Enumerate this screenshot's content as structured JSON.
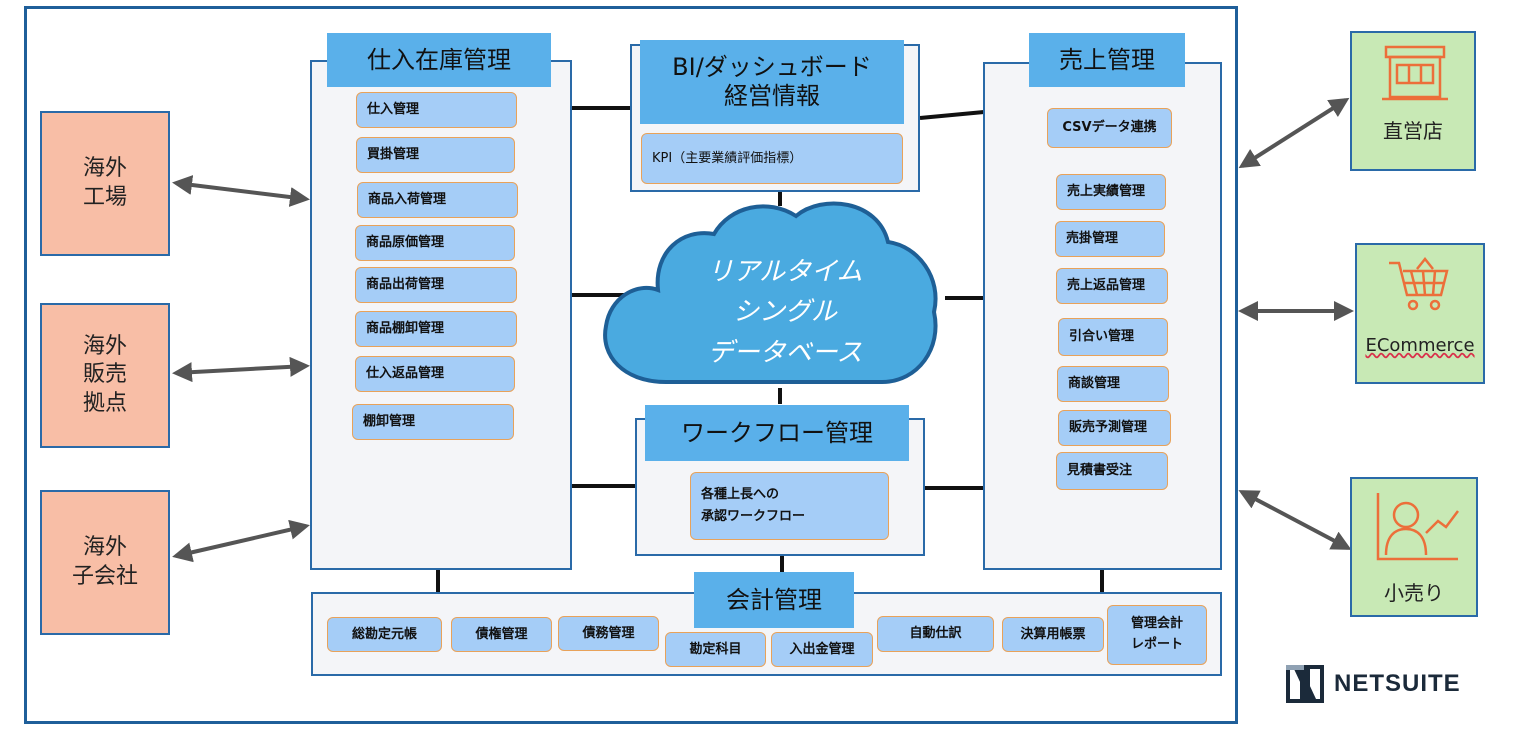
{
  "inventory": {
    "title": "仕入在庫管理",
    "items": [
      "仕入管理",
      "買掛管理",
      "商品入荷管理",
      "商品原価管理",
      "商品出荷管理",
      "商品棚卸管理",
      "仕入返品管理",
      "棚卸管理"
    ]
  },
  "bi": {
    "title_line1": "BI/ダッシュボード",
    "title_line2": "経営情報",
    "kpi": "KPI（主要業績評価指標）"
  },
  "cloud": {
    "line1": "リアルタイム",
    "line2": "シングル",
    "line3": "データベース"
  },
  "workflow": {
    "title": "ワークフロー管理",
    "item_line1": "各種上長への",
    "item_line2": "承認ワークフロー"
  },
  "sales": {
    "title": "売上管理",
    "csv": "CSVデータ連携",
    "items": [
      "売上実績管理",
      "売掛管理",
      "売上返品管理",
      "引合い管理",
      "商談管理",
      "販売予測管理",
      "見積書受注"
    ]
  },
  "accounting": {
    "title": "会計管理",
    "items": [
      "総勘定元帳",
      "債権管理",
      "債務管理",
      "勘定科目",
      "入出金管理",
      "自動仕訳",
      "決算用帳票"
    ],
    "report_line1": "管理会計",
    "report_line2": "レポート"
  },
  "overseas": {
    "factory_line1": "海外",
    "factory_line2": "工場",
    "sales_line1": "海外",
    "sales_line2": "販売",
    "sales_line3": "拠点",
    "subsidiary_line1": "海外",
    "subsidiary_line2": "子会社"
  },
  "channels": {
    "store": "直営店",
    "ecommerce": "ECommerce",
    "retail": "小売り"
  },
  "logo": {
    "text": "NETSUITE"
  },
  "colors": {
    "frame": "#1f5f9a",
    "header": "#5ab0ea",
    "item": "#a5cdf7",
    "item_border": "#e8a25a",
    "external": "#f8bea6",
    "channel": "#c8e9b5",
    "cloud": "#4aaae0",
    "icon": "#ec6f3a"
  }
}
